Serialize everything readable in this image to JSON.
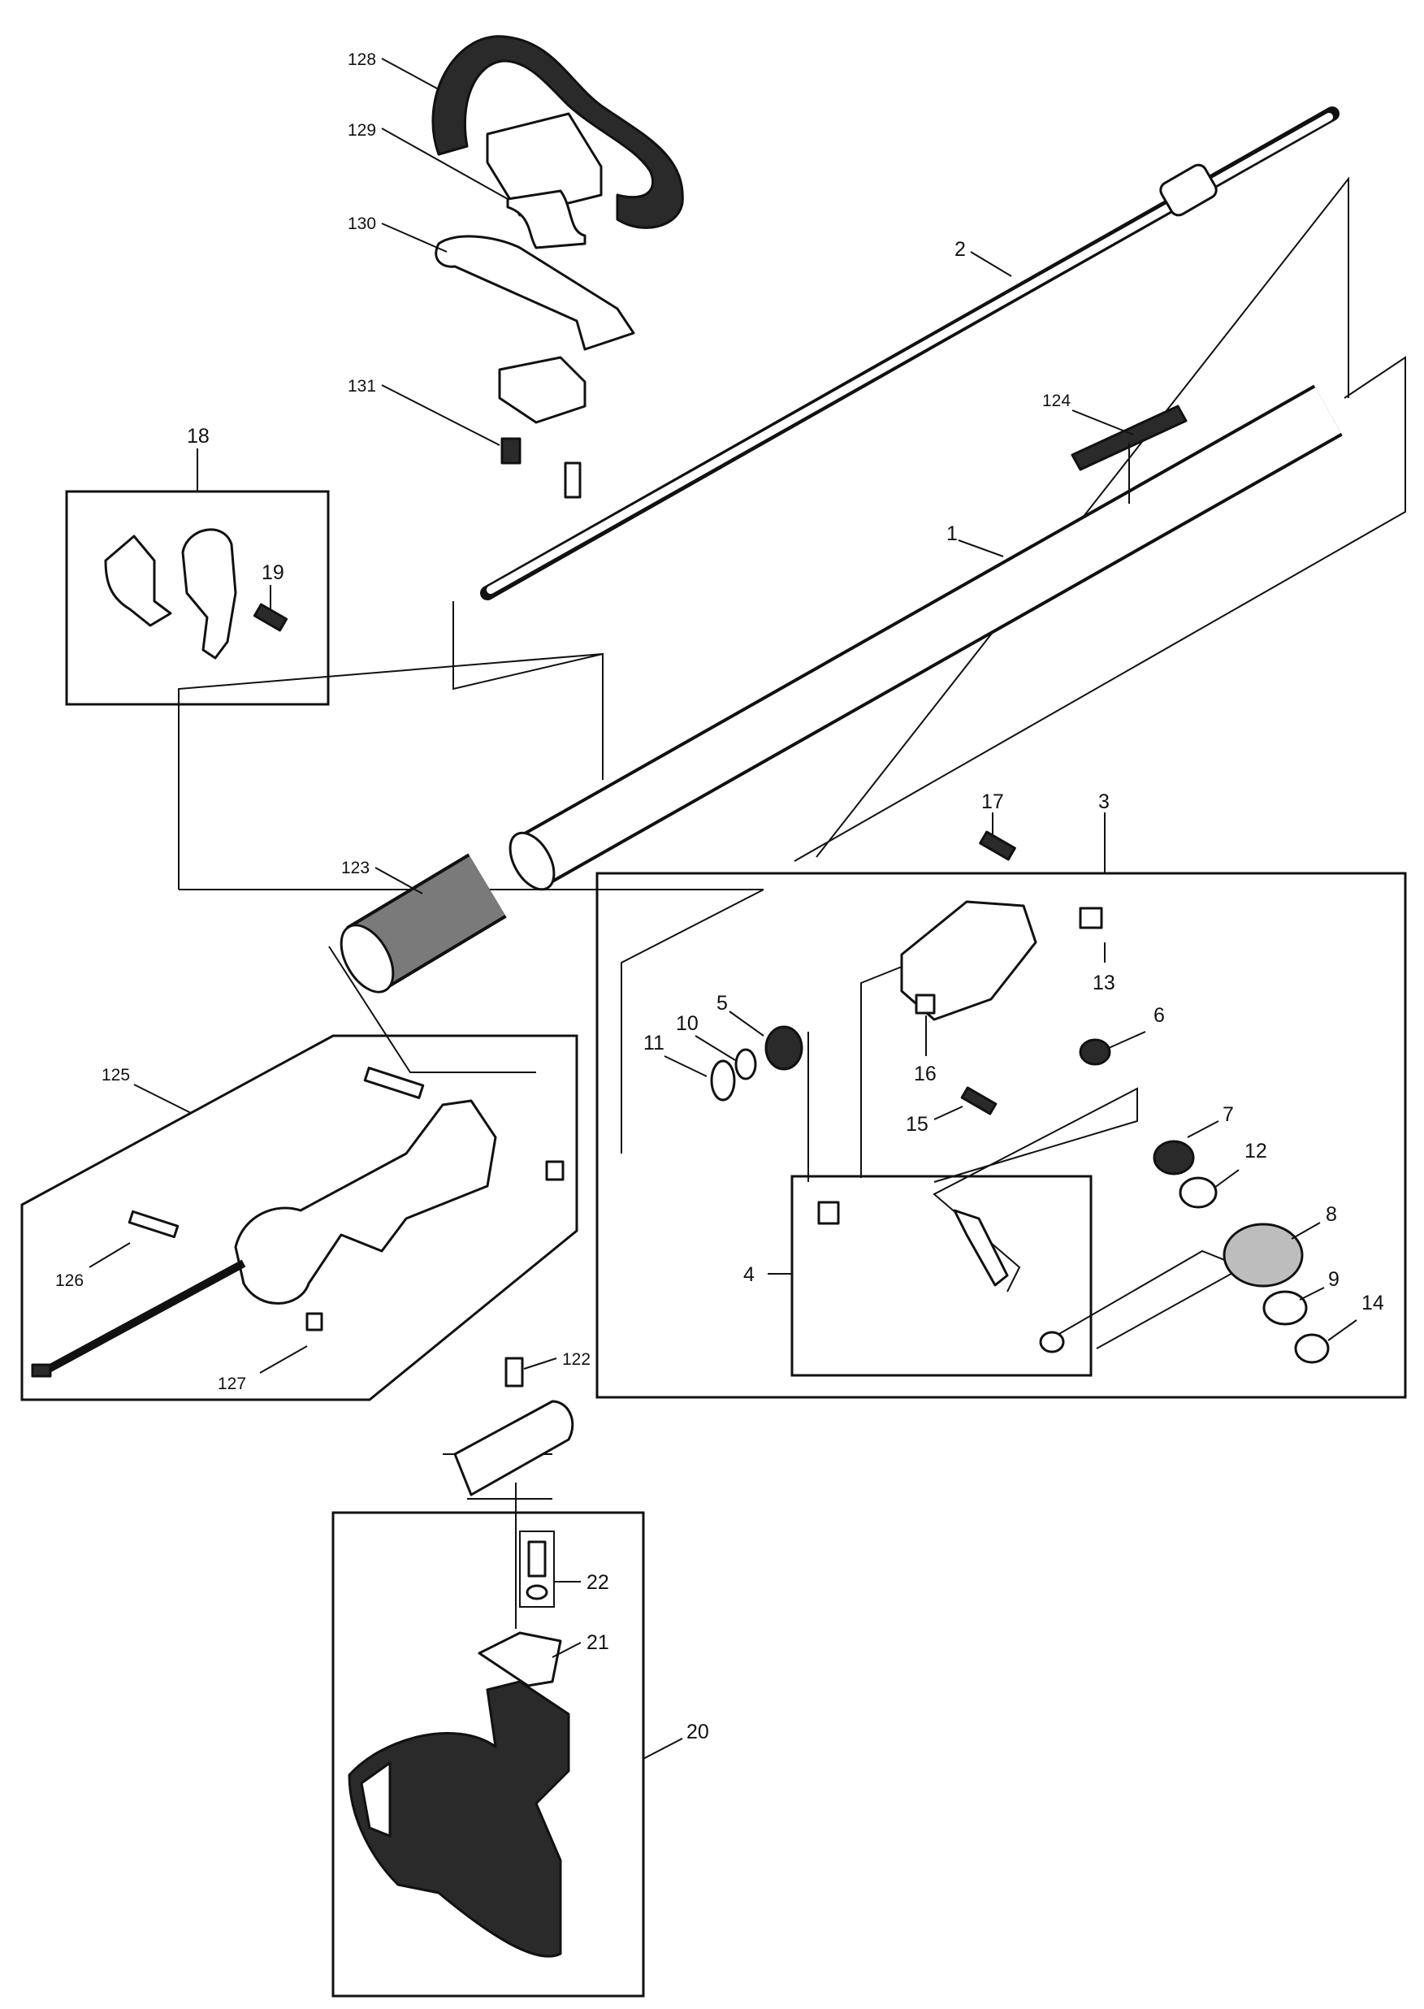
{
  "diagram": {
    "callouts": [
      "128",
      "129",
      "130",
      "131",
      "18",
      "19",
      "2",
      "124",
      "1",
      "17",
      "3",
      "123",
      "13",
      "6",
      "5",
      "10",
      "11",
      "16",
      "15",
      "125",
      "7",
      "12",
      "8",
      "126",
      "4",
      "9",
      "14",
      "127",
      "122",
      "22",
      "21",
      "20"
    ]
  }
}
